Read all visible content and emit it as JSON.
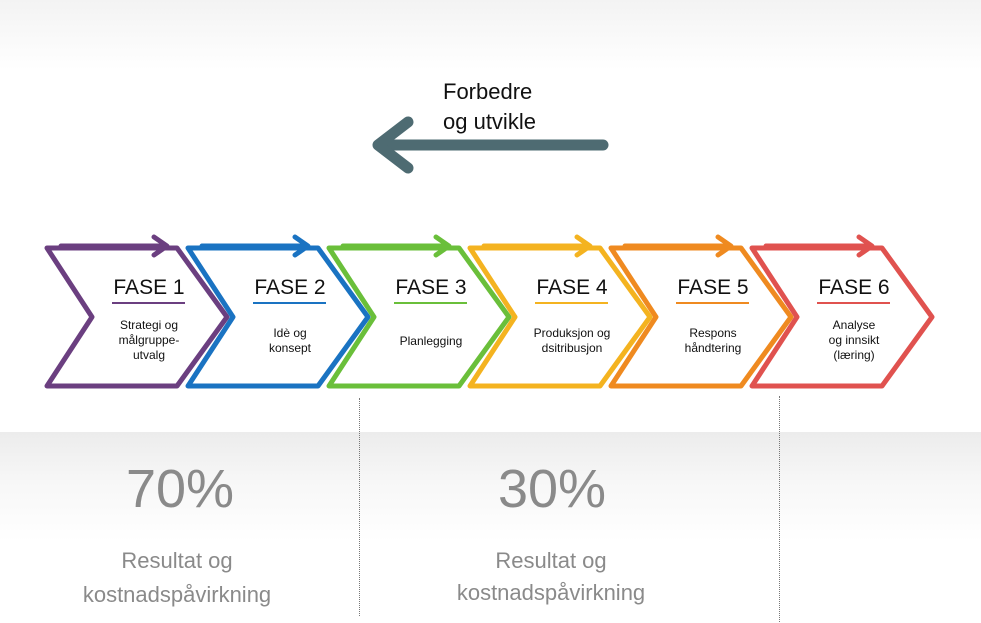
{
  "improve": {
    "line1": "Forbedre",
    "line2": "og utvikle"
  },
  "phases": [
    {
      "title": "FASE 1",
      "desc": [
        "Strategi og",
        "målgruppe-",
        "utvalg"
      ],
      "color": "#6b3f80"
    },
    {
      "title": "FASE 2",
      "desc": [
        "Idè og",
        "konsept"
      ],
      "color": "#1a73c2"
    },
    {
      "title": "FASE 3",
      "desc": [
        "Planlegging"
      ],
      "color": "#6abf3a"
    },
    {
      "title": "FASE 4",
      "desc": [
        "Produksjon og",
        "dsitribusjon"
      ],
      "color": "#f4b320"
    },
    {
      "title": "FASE 5",
      "desc": [
        "Respons",
        "håndtering"
      ],
      "color": "#ef8a20"
    },
    {
      "title": "FASE 6",
      "desc": [
        "Analyse",
        "og innsikt",
        "(læring)"
      ],
      "color": "#e0524f"
    }
  ],
  "left": {
    "percent": "70%",
    "line1": "Resultat og",
    "line2": "kostnadspåvirkning"
  },
  "right": {
    "percent": "30%",
    "line1": "Resultat og",
    "line2": "kostnadspåvirkning"
  },
  "colors": {
    "arrow": "#4e6b72",
    "muted": "#8a8a8a"
  }
}
